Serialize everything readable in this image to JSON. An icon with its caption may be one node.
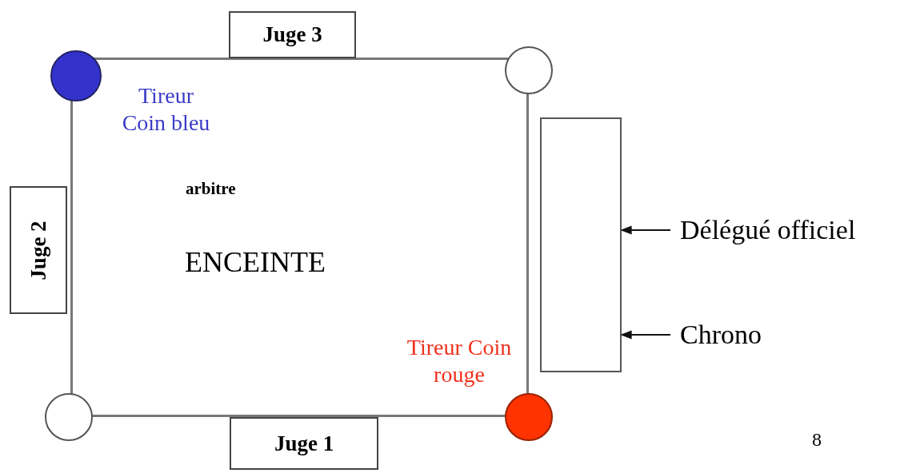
{
  "diagram": {
    "nodes": [
      {
        "text": [
          "Juge 3"
        ]
      },
      {
        "text": [],
        "shape": "circle"
      },
      {
        "text": [],
        "shape": "circle"
      },
      {
        "text": [
          "ENCEINTE"
        ]
      },
      {
        "text": [],
        "shape": "box"
      },
      {
        "text": [
          "Juge 2"
        ]
      },
      {
        "text": [
          "Délégué officiel"
        ]
      },
      {
        "text": [
          "Chrono"
        ]
      },
      {
        "text": [],
        "shape": "circle"
      },
      {
        "text": [],
        "shape": "circle"
      },
      {
        "text": [
          "Juge 1"
        ]
      }
    ],
    "edges": [
      {
        "from": 6,
        "to": 4,
        "arrow": "to"
      },
      {
        "from": 7,
        "to": 4,
        "arrow": "to"
      }
    ],
    "labels": [
      "Tireur Coin bleu",
      "arbitre",
      "Tireur Coin rouge",
      "8"
    ]
  }
}
